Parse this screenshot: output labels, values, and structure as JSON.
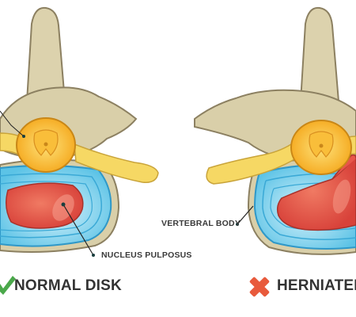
{
  "labels": {
    "vertebral_body": "VERTEBRAL BODY",
    "nucleus_pulposus": "NUCLEUS PULPOSUS",
    "normal_disk": "NORMAL DISK",
    "herniated": "HERNIATED"
  },
  "icons": {
    "normal": "check-icon",
    "herniated": "cross-icon"
  },
  "colors": {
    "bone": "#d9cfa9",
    "bone_outline": "#8c8061",
    "spinal_cord": "#f6a81f",
    "spinal_cord_inner": "#fbd35a",
    "nerve": "#f6d864",
    "disk_blue": "#7fd0ec",
    "disk_blue_dark": "#2f98c8",
    "nucleus_red": "#e8554a",
    "check_green": "#4aa84a",
    "cross_red": "#e85a3c"
  }
}
